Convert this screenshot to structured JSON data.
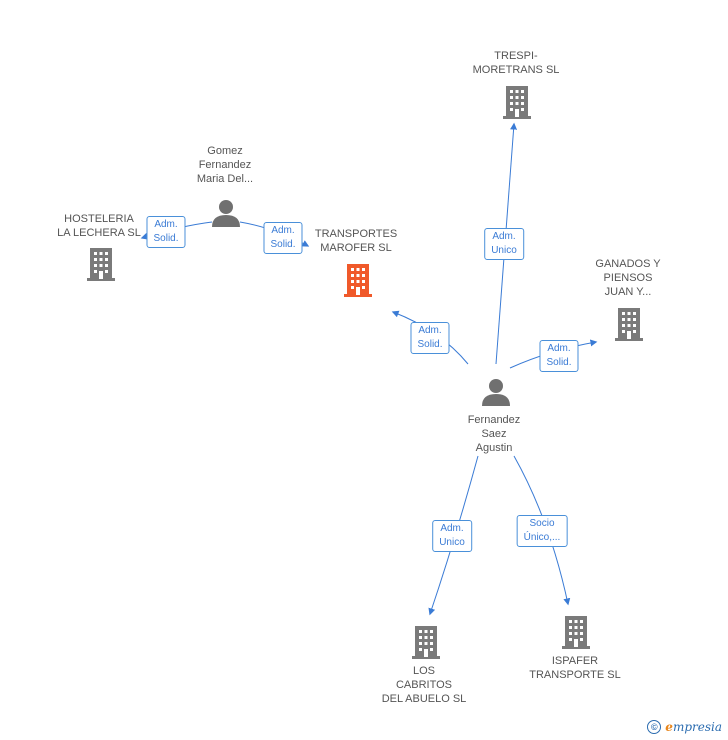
{
  "colors": {
    "edge": "#3a7bd5",
    "company": "#7a7a7a",
    "company_focus": "#f0592a",
    "person": "#707070"
  },
  "nodes": {
    "trespi": {
      "lines": [
        "TRESPI-",
        "MORETRANS SL"
      ],
      "type": "company",
      "icon": "building-icon"
    },
    "gomez": {
      "lines": [
        "Gomez",
        "Fernandez",
        "Maria Del..."
      ],
      "type": "person",
      "icon": "person-icon"
    },
    "hosteleria": {
      "lines": [
        "HOSTELERIA",
        "LA LECHERA SL"
      ],
      "type": "company",
      "icon": "building-icon"
    },
    "marofer": {
      "lines": [
        "TRANSPORTES",
        "MAROFER SL"
      ],
      "type": "company-focus",
      "icon": "building-icon"
    },
    "ganados": {
      "lines": [
        "GANADOS Y",
        "PIENSOS",
        "JUAN Y..."
      ],
      "type": "company",
      "icon": "building-icon"
    },
    "fernandez": {
      "lines": [
        "Fernandez",
        "Saez",
        "Agustin"
      ],
      "type": "person",
      "icon": "person-icon"
    },
    "cabritos": {
      "lines": [
        "LOS",
        "CABRITOS",
        "DEL ABUELO SL"
      ],
      "type": "company",
      "icon": "building-icon"
    },
    "ispafer": {
      "lines": [
        "ISPAFER",
        "TRANSPORTE SL"
      ],
      "type": "company",
      "icon": "building-icon"
    }
  },
  "relations": {
    "gomez_hosteleria": [
      "Adm.",
      "Solid."
    ],
    "gomez_marofer": [
      "Adm.",
      "Solid."
    ],
    "fernandez_marofer": [
      "Adm.",
      "Solid."
    ],
    "fernandez_trespi": [
      "Adm.",
      "Unico"
    ],
    "fernandez_ganados": [
      "Adm.",
      "Solid."
    ],
    "fernandez_cabritos": [
      "Adm.",
      "Unico"
    ],
    "fernandez_ispafer": [
      "Socio",
      "Único,..."
    ]
  },
  "footer": {
    "copyright": "©",
    "brand_initial": "e",
    "brand_rest": "mpresia"
  }
}
